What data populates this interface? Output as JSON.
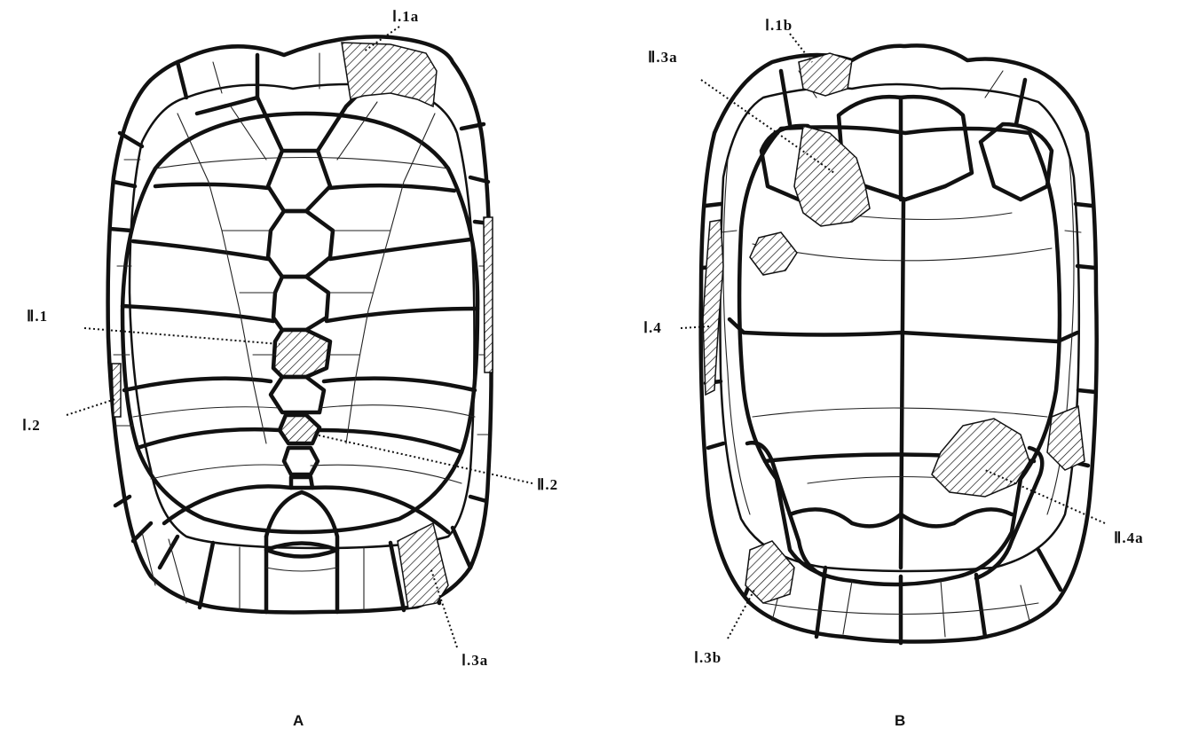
{
  "panels": [
    {
      "id": "A",
      "label": "A"
    },
    {
      "id": "B",
      "label": "B"
    }
  ],
  "annotations": {
    "A": {
      "I_1a": "Ⅰ.1a",
      "II_1": "Ⅱ.1",
      "I_2": "Ⅰ.2",
      "II_2": "Ⅱ.2",
      "I_3a": "Ⅰ.3a"
    },
    "B": {
      "I_1b": "Ⅰ.1b",
      "II_3a": "Ⅱ.3a",
      "I_4": "Ⅰ.4",
      "II_4a": "Ⅱ.4a",
      "I_3b": "Ⅰ.3b"
    }
  }
}
